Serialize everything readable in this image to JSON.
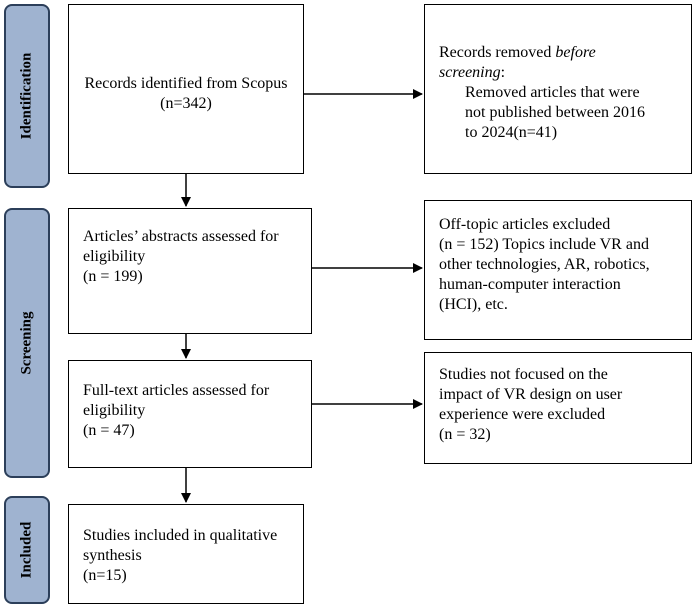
{
  "stages": {
    "identification": "Identification",
    "screening": "Screening",
    "included": "Included"
  },
  "boxes": {
    "records_identified": {
      "line1": "Records identified from Scopus",
      "line2": "(n=342)"
    },
    "records_removed": {
      "line1_prefix": "Records removed ",
      "line1_italic": "before",
      "line2_italic": "screening",
      "line2_suffix": ":",
      "line3": "Removed articles that were",
      "line4": "not published between 2016",
      "line5": "to 2024(n=41)"
    },
    "abstracts_assessed": {
      "line1": "Articles’ abstracts assessed for",
      "line2": "eligibility",
      "line3": "(n = 199)"
    },
    "off_topic_excluded": {
      "line1": "Off-topic articles excluded",
      "line2": "(n = 152) Topics include VR and",
      "line3": "other technologies, AR, robotics,",
      "line4": "human-computer interaction",
      "line5": "(HCI), etc."
    },
    "fulltext_assessed": {
      "line1": "Full-text articles assessed for",
      "line2": "eligibility",
      "line3": "(n = 47)"
    },
    "not_focused_excluded": {
      "line1": "Studies not focused on the",
      "line2": "impact of VR design on user",
      "line3": "experience were excluded",
      "line4": "(n = 32)"
    },
    "included_synthesis": {
      "line1": "Studies included in qualitative",
      "line2": "synthesis",
      "line3": "(n=15)"
    }
  },
  "colors": {
    "stage_fill": "#9fb3d0",
    "stage_border": "#2c3f5a",
    "box_border": "#000000"
  }
}
